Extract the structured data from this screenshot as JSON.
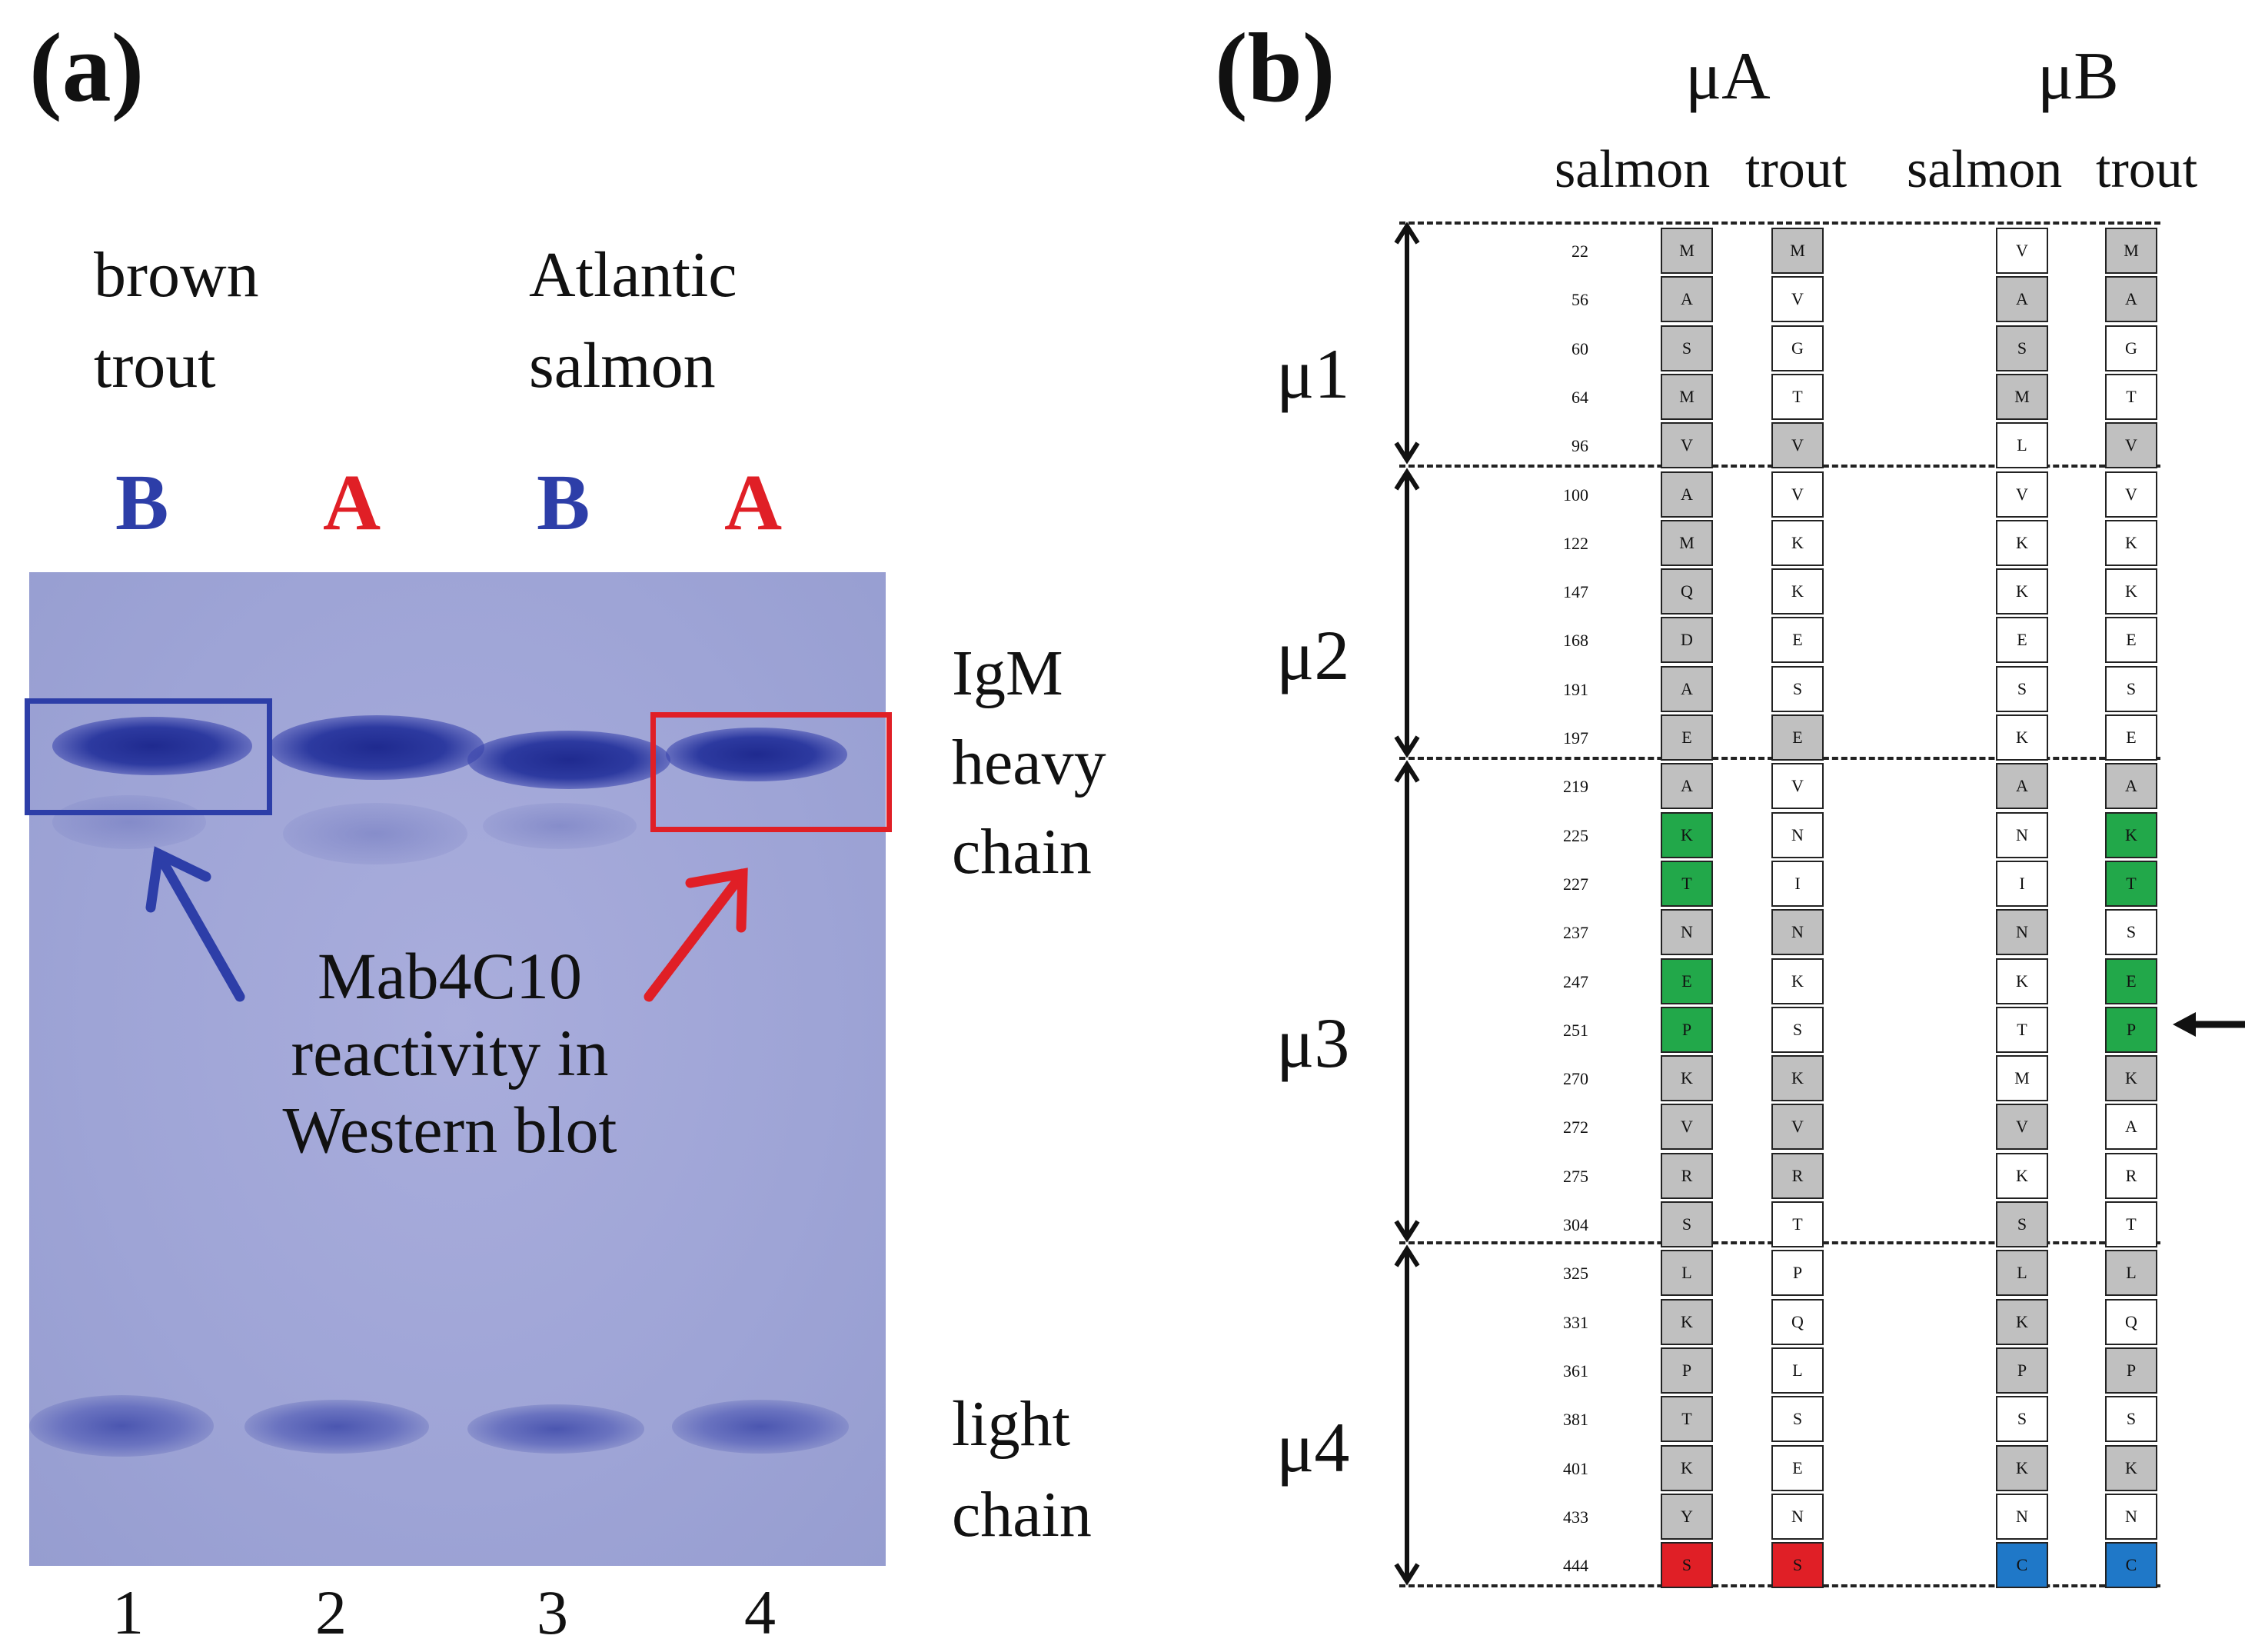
{
  "panel_a": {
    "label": "(a)",
    "species": [
      {
        "line1": "brown",
        "line2": "trout"
      },
      {
        "line1": "Atlantic",
        "line2": "salmon"
      }
    ],
    "lane_letters": [
      {
        "text": "B",
        "color": "#2d3ea8"
      },
      {
        "text": "A",
        "color": "#e01f26"
      },
      {
        "text": "B",
        "color": "#2d3ea8"
      },
      {
        "text": "A",
        "color": "#e01f26"
      }
    ],
    "lane_numbers": [
      "1",
      "2",
      "3",
      "4"
    ],
    "band_labels": {
      "heavy": [
        "IgM",
        "heavy",
        "chain"
      ],
      "light": [
        "light",
        "chain"
      ]
    },
    "annotation": [
      "Mab4C10",
      "reactivity in",
      "Western blot"
    ],
    "colors": {
      "blue": "#2d3ea8",
      "red": "#e01f26",
      "gel": "#a3a8d9"
    }
  },
  "panel_b": {
    "label": "(b)",
    "groups": [
      "μA",
      "μB"
    ],
    "columns": [
      "salmon",
      "trout",
      "salmon",
      "trout"
    ],
    "domains": [
      "μ1",
      "μ2",
      "μ3",
      "μ4"
    ],
    "colors": {
      "gray": "#c0c0c0",
      "white": "#ffffff",
      "green": "#22a84a",
      "red": "#e01f26",
      "blue": "#1f78c8"
    },
    "rows": [
      {
        "pos": "22",
        "cells": [
          [
            "M",
            "gray"
          ],
          [
            "M",
            "gray"
          ],
          [
            "V",
            "white"
          ],
          [
            "M",
            "gray"
          ]
        ]
      },
      {
        "pos": "56",
        "cells": [
          [
            "A",
            "gray"
          ],
          [
            "V",
            "white"
          ],
          [
            "A",
            "gray"
          ],
          [
            "A",
            "gray"
          ]
        ]
      },
      {
        "pos": "60",
        "cells": [
          [
            "S",
            "gray"
          ],
          [
            "G",
            "white"
          ],
          [
            "S",
            "gray"
          ],
          [
            "G",
            "white"
          ]
        ]
      },
      {
        "pos": "64",
        "cells": [
          [
            "M",
            "gray"
          ],
          [
            "T",
            "white"
          ],
          [
            "M",
            "gray"
          ],
          [
            "T",
            "white"
          ]
        ]
      },
      {
        "pos": "96",
        "cells": [
          [
            "V",
            "gray"
          ],
          [
            "V",
            "gray"
          ],
          [
            "L",
            "white"
          ],
          [
            "V",
            "gray"
          ]
        ]
      },
      {
        "pos": "100",
        "cells": [
          [
            "A",
            "gray"
          ],
          [
            "V",
            "white"
          ],
          [
            "V",
            "white"
          ],
          [
            "V",
            "white"
          ]
        ]
      },
      {
        "pos": "122",
        "cells": [
          [
            "M",
            "gray"
          ],
          [
            "K",
            "white"
          ],
          [
            "K",
            "white"
          ],
          [
            "K",
            "white"
          ]
        ]
      },
      {
        "pos": "147",
        "cells": [
          [
            "Q",
            "gray"
          ],
          [
            "K",
            "white"
          ],
          [
            "K",
            "white"
          ],
          [
            "K",
            "white"
          ]
        ]
      },
      {
        "pos": "168",
        "cells": [
          [
            "D",
            "gray"
          ],
          [
            "E",
            "white"
          ],
          [
            "E",
            "white"
          ],
          [
            "E",
            "white"
          ]
        ]
      },
      {
        "pos": "191",
        "cells": [
          [
            "A",
            "gray"
          ],
          [
            "S",
            "white"
          ],
          [
            "S",
            "white"
          ],
          [
            "S",
            "white"
          ]
        ]
      },
      {
        "pos": "197",
        "cells": [
          [
            "E",
            "gray"
          ],
          [
            "E",
            "gray"
          ],
          [
            "K",
            "white"
          ],
          [
            "E",
            "white"
          ]
        ]
      },
      {
        "pos": "219",
        "cells": [
          [
            "A",
            "gray"
          ],
          [
            "V",
            "white"
          ],
          [
            "A",
            "gray"
          ],
          [
            "A",
            "gray"
          ]
        ]
      },
      {
        "pos": "225",
        "cells": [
          [
            "K",
            "green"
          ],
          [
            "N",
            "white"
          ],
          [
            "N",
            "white"
          ],
          [
            "K",
            "green"
          ]
        ]
      },
      {
        "pos": "227",
        "cells": [
          [
            "T",
            "green"
          ],
          [
            "I",
            "white"
          ],
          [
            "I",
            "white"
          ],
          [
            "T",
            "green"
          ]
        ]
      },
      {
        "pos": "237",
        "cells": [
          [
            "N",
            "gray"
          ],
          [
            "N",
            "gray"
          ],
          [
            "N",
            "gray"
          ],
          [
            "S",
            "white"
          ]
        ]
      },
      {
        "pos": "247",
        "cells": [
          [
            "E",
            "green"
          ],
          [
            "K",
            "white"
          ],
          [
            "K",
            "white"
          ],
          [
            "E",
            "green"
          ]
        ]
      },
      {
        "pos": "251",
        "cells": [
          [
            "P",
            "green"
          ],
          [
            "S",
            "white"
          ],
          [
            "T",
            "white"
          ],
          [
            "P",
            "green"
          ]
        ]
      },
      {
        "pos": "270",
        "cells": [
          [
            "K",
            "gray"
          ],
          [
            "K",
            "gray"
          ],
          [
            "M",
            "white"
          ],
          [
            "K",
            "gray"
          ]
        ]
      },
      {
        "pos": "272",
        "cells": [
          [
            "V",
            "gray"
          ],
          [
            "V",
            "gray"
          ],
          [
            "V",
            "gray"
          ],
          [
            "A",
            "white"
          ]
        ]
      },
      {
        "pos": "275",
        "cells": [
          [
            "R",
            "gray"
          ],
          [
            "R",
            "gray"
          ],
          [
            "K",
            "white"
          ],
          [
            "R",
            "white"
          ]
        ]
      },
      {
        "pos": "304",
        "cells": [
          [
            "S",
            "gray"
          ],
          [
            "T",
            "white"
          ],
          [
            "S",
            "gray"
          ],
          [
            "T",
            "white"
          ]
        ]
      },
      {
        "pos": "325",
        "cells": [
          [
            "L",
            "gray"
          ],
          [
            "P",
            "white"
          ],
          [
            "L",
            "gray"
          ],
          [
            "L",
            "gray"
          ]
        ]
      },
      {
        "pos": "331",
        "cells": [
          [
            "K",
            "gray"
          ],
          [
            "Q",
            "white"
          ],
          [
            "K",
            "gray"
          ],
          [
            "Q",
            "white"
          ]
        ]
      },
      {
        "pos": "361",
        "cells": [
          [
            "P",
            "gray"
          ],
          [
            "L",
            "white"
          ],
          [
            "P",
            "gray"
          ],
          [
            "P",
            "gray"
          ]
        ]
      },
      {
        "pos": "381",
        "cells": [
          [
            "T",
            "gray"
          ],
          [
            "S",
            "white"
          ],
          [
            "S",
            "white"
          ],
          [
            "S",
            "white"
          ]
        ]
      },
      {
        "pos": "401",
        "cells": [
          [
            "K",
            "gray"
          ],
          [
            "E",
            "white"
          ],
          [
            "K",
            "gray"
          ],
          [
            "K",
            "gray"
          ]
        ]
      },
      {
        "pos": "433",
        "cells": [
          [
            "Y",
            "gray"
          ],
          [
            "N",
            "white"
          ],
          [
            "N",
            "white"
          ],
          [
            "N",
            "white"
          ]
        ]
      },
      {
        "pos": "444",
        "cells": [
          [
            "S",
            "red"
          ],
          [
            "S",
            "red"
          ],
          [
            "C",
            "blue"
          ],
          [
            "C",
            "blue"
          ]
        ]
      }
    ]
  }
}
